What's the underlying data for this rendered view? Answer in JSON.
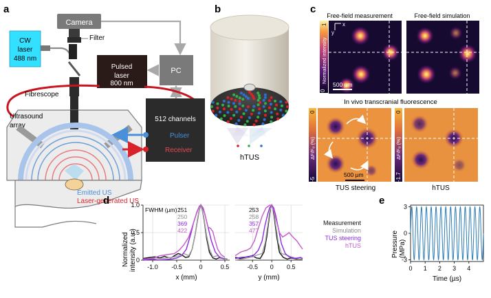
{
  "panels": {
    "a": "a",
    "b": "b",
    "c": "c",
    "d": "d",
    "e": "e"
  },
  "panel_a": {
    "camera": "Camera",
    "filter": "Filter",
    "cw_laser": [
      "CW",
      "laser",
      "488 nm"
    ],
    "pulsed_laser": [
      "Pulsed",
      "laser",
      "800 nm"
    ],
    "pc": "PC",
    "fibrescope": "Fibrescope",
    "ultrasound_array": [
      "Ultrasound",
      "array"
    ],
    "channels": "512 channels",
    "pulser": "Pulser",
    "receiver": "Receiver",
    "emitted_us": "Emitted US",
    "laser_generated_us": "Laser-generated US",
    "colors": {
      "cw": "#33e0ff",
      "pulsed": "#2a1a18",
      "pc": "#7a7a7a",
      "fibre": "#c8141e",
      "pulser": "#4a90d9",
      "receiver": "#d9232b",
      "channels": "#2b2b2b"
    }
  },
  "panel_b": {
    "label": "hTUS",
    "dot_colors": [
      "#d9232b",
      "#33b04a",
      "#2f6fd1"
    ]
  },
  "panel_c": {
    "titles": [
      "Free-field measurement",
      "Free-field simulation"
    ],
    "colorbar_top": {
      "min": "0",
      "max": "1",
      "label": "Normalized intensity"
    },
    "axis_x": "x",
    "axis_y": "y",
    "scalebar": "500 µm",
    "in_vivo_title": "In vivo transcranial fluorescence",
    "colorbar_left": {
      "top": "0",
      "bottom": "-5",
      "label": "ΔF/F₀ (%)"
    },
    "colorbar_right": {
      "top": "0",
      "bottom": "-1.7",
      "label": "ΔF/F₀ (%)"
    },
    "scalebar2": "500 µm",
    "caption_left": "TUS steering",
    "caption_right": "hTUS"
  },
  "chart_data": [
    {
      "type": "line",
      "panel": "d-x",
      "xlabel": "x (mm)",
      "ylabel": "Normalized intensity (a.u.)",
      "ylim": [
        0,
        1.0
      ],
      "xlim": [
        -1.2,
        0.6
      ],
      "xticks": [
        "-1.0",
        "-0.5",
        "0",
        "0.5"
      ],
      "yticks": [
        "0",
        "0.5",
        "1.0"
      ],
      "fwhm_label": "FWHM (µm) :",
      "fwhm": [
        "251",
        "250",
        "369",
        "422"
      ],
      "series": [
        {
          "name": "Measurement",
          "color": "#111111",
          "x": [
            -1.2,
            -1.05,
            -0.95,
            -0.85,
            -0.75,
            -0.7,
            -0.62,
            -0.55,
            -0.47,
            -0.4,
            -0.32,
            -0.25,
            -0.18,
            -0.12,
            -0.07,
            -0.03,
            0,
            0.03,
            0.07,
            0.12,
            0.18,
            0.25,
            0.32,
            0.4,
            0.47,
            0.55
          ],
          "y": [
            0.03,
            0.05,
            0.06,
            0.04,
            0.07,
            0.05,
            0.04,
            0.08,
            0.12,
            0.1,
            0.05,
            0.06,
            0.2,
            0.45,
            0.72,
            0.92,
            1.0,
            0.92,
            0.72,
            0.4,
            0.14,
            0.04,
            0.02,
            0.05,
            0.03,
            0.02
          ]
        },
        {
          "name": "Simulation",
          "color": "#a0a0a0",
          "x": [
            -1.2,
            -1.0,
            -0.8,
            -0.6,
            -0.45,
            -0.35,
            -0.25,
            -0.18,
            -0.12,
            -0.07,
            -0.03,
            0,
            0.03,
            0.07,
            0.12,
            0.18,
            0.25,
            0.35,
            0.45,
            0.55
          ],
          "y": [
            0.0,
            0.02,
            0.03,
            0.05,
            0.08,
            0.12,
            0.08,
            0.2,
            0.45,
            0.74,
            0.93,
            1.0,
            0.93,
            0.74,
            0.45,
            0.2,
            0.06,
            0.08,
            0.04,
            0.01
          ]
        },
        {
          "name": "TUS steering",
          "color": "#8a2be2",
          "x": [
            -1.2,
            -1.0,
            -0.9,
            -0.75,
            -0.6,
            -0.5,
            -0.4,
            -0.3,
            -0.2,
            -0.15,
            -0.08,
            -0.03,
            0,
            0.03,
            0.08,
            0.15,
            0.22,
            0.3,
            0.4,
            0.5
          ],
          "y": [
            0.0,
            0.02,
            0.0,
            0.01,
            0.02,
            0.04,
            0.08,
            0.2,
            0.5,
            0.68,
            0.88,
            0.98,
            1.0,
            0.97,
            0.85,
            0.6,
            0.35,
            0.15,
            0.04,
            0.02
          ]
        },
        {
          "name": "hTUS",
          "color": "#c25ac8",
          "x": [
            -1.2,
            -1.0,
            -0.85,
            -0.7,
            -0.55,
            -0.45,
            -0.35,
            -0.25,
            -0.18,
            -0.1,
            -0.04,
            0,
            0.05,
            0.1,
            0.15,
            0.2,
            0.25,
            0.3,
            0.35,
            0.42,
            0.5
          ],
          "y": [
            0.02,
            0.03,
            0.08,
            0.1,
            0.12,
            0.18,
            0.28,
            0.42,
            0.6,
            0.82,
            0.96,
            1.0,
            0.95,
            0.78,
            0.6,
            0.58,
            0.52,
            0.35,
            0.2,
            0.1,
            0.05
          ]
        }
      ]
    },
    {
      "type": "line",
      "panel": "d-y",
      "xlabel": "y (mm)",
      "ylim": [
        0,
        1.0
      ],
      "xlim": [
        -0.95,
        0.8
      ],
      "xticks": [
        "-0.5",
        "0",
        "0.5"
      ],
      "fwhm": [
        "253",
        "258",
        "357",
        "477"
      ],
      "series": [
        {
          "name": "Measurement",
          "color": "#111111",
          "x": [
            -0.95,
            -0.8,
            -0.65,
            -0.5,
            -0.4,
            -0.3,
            -0.2,
            -0.13,
            -0.07,
            -0.03,
            0,
            0.03,
            0.07,
            0.13,
            0.2,
            0.3,
            0.4,
            0.5,
            0.65,
            0.8
          ],
          "y": [
            0.05,
            0.03,
            0.06,
            0.08,
            0.04,
            0.03,
            0.15,
            0.42,
            0.75,
            0.94,
            1.0,
            0.94,
            0.75,
            0.42,
            0.14,
            0.05,
            0.02,
            0.04,
            0.02,
            0.02
          ]
        },
        {
          "name": "Simulation",
          "color": "#a0a0a0",
          "x": [
            -0.95,
            -0.7,
            -0.5,
            -0.35,
            -0.25,
            -0.17,
            -0.1,
            -0.05,
            0,
            0.05,
            0.1,
            0.17,
            0.25,
            0.35,
            0.5,
            0.7,
            0.8
          ],
          "y": [
            0.0,
            0.03,
            0.06,
            0.1,
            0.12,
            0.32,
            0.65,
            0.9,
            1.0,
            0.9,
            0.65,
            0.32,
            0.12,
            0.1,
            0.06,
            0.02,
            0.01
          ]
        },
        {
          "name": "TUS steering",
          "color": "#8a2be2",
          "x": [
            -0.95,
            -0.8,
            -0.6,
            -0.45,
            -0.35,
            -0.25,
            -0.18,
            -0.1,
            -0.05,
            0,
            0.05,
            0.1,
            0.18,
            0.25,
            0.35,
            0.45,
            0.6,
            0.75,
            0.8
          ],
          "y": [
            0.03,
            0.05,
            0.06,
            0.1,
            0.18,
            0.35,
            0.62,
            0.85,
            0.96,
            1.0,
            0.95,
            0.82,
            0.55,
            0.3,
            0.12,
            0.06,
            0.03,
            0.05,
            0.03
          ]
        },
        {
          "name": "hTUS",
          "color": "#c25ac8",
          "x": [
            -0.95,
            -0.8,
            -0.65,
            -0.55,
            -0.45,
            -0.35,
            -0.25,
            -0.15,
            -0.05,
            0,
            0.05,
            0.12,
            0.2,
            0.28,
            0.35,
            0.45,
            0.55,
            0.65,
            0.75,
            0.8
          ],
          "y": [
            0.08,
            0.15,
            0.18,
            0.22,
            0.35,
            0.58,
            0.8,
            0.95,
            1.0,
            0.99,
            0.9,
            0.72,
            0.5,
            0.42,
            0.45,
            0.5,
            0.42,
            0.35,
            0.25,
            0.2
          ]
        }
      ]
    },
    {
      "type": "line",
      "panel": "e",
      "xlabel": "Time (µs)",
      "ylabel": "Pressure (MPa)",
      "xlim": [
        0,
        5
      ],
      "ylim": [
        -3.2,
        3.2
      ],
      "xticks": [
        "0",
        "1",
        "2",
        "3",
        "4"
      ],
      "yticks": [
        "3",
        "0",
        "-3"
      ],
      "frequency_mhz": 3,
      "amplitude_mpa": 3,
      "color": "#2a7bb8"
    }
  ],
  "legend": [
    "Measurement",
    "Simulation",
    "TUS steering",
    "hTUS"
  ],
  "legend_colors": [
    "#111111",
    "#8a8a8a",
    "#8a2be2",
    "#c25ac8"
  ]
}
